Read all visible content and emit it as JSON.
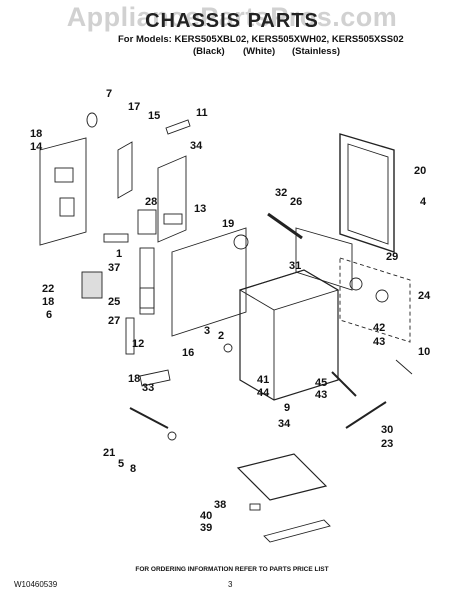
{
  "watermark": "AppliancePartsPros.com",
  "title": "CHASSIS PARTS",
  "models_line": "For Models: KERS505XBL02, KERS505XWH02, KERS505XSS02",
  "colors": [
    "(Black)",
    "(White)",
    "(Stainless)"
  ],
  "callouts": [
    "7",
    "17",
    "15",
    "11",
    "18",
    "14",
    "34",
    "20",
    "32",
    "26",
    "4",
    "28",
    "13",
    "19",
    "29",
    "1",
    "37",
    "22",
    "31",
    "18",
    "24",
    "6",
    "25",
    "27",
    "3",
    "2",
    "42",
    "12",
    "16",
    "43",
    "10",
    "18",
    "33",
    "41",
    "44",
    "45",
    "9",
    "43",
    "34",
    "30",
    "23",
    "21",
    "5",
    "8",
    "38",
    "40",
    "39"
  ],
  "footer_note": "FOR ORDERING INFORMATION REFER TO PARTS PRICE LIST",
  "doc_id": "W10460539",
  "page_number": "3"
}
